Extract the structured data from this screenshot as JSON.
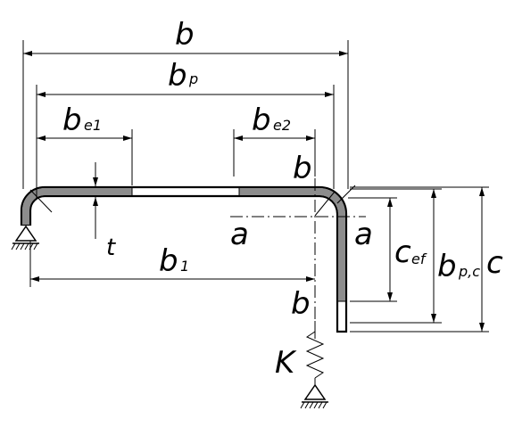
{
  "labels": {
    "b_top": "b",
    "b_p": "b",
    "b_p_sub": "p",
    "b_e1": "b",
    "b_e1_sub": "e1",
    "b_e2": "b",
    "b_e2_sub": "e2",
    "b_right_top": "b",
    "t": "t",
    "a_left": "a",
    "a_right": "a",
    "b_1": "b",
    "b_1_sub": "1",
    "b_right_bottom": "b",
    "c_ef": "c",
    "c_ef_sub": "ef",
    "b_pc": "b",
    "b_pc_sub": "p,c",
    "c": "c",
    "K": "K"
  },
  "colors": {
    "effective": "#8c8c8c",
    "outline": "#000000",
    "background": "#ffffff"
  }
}
